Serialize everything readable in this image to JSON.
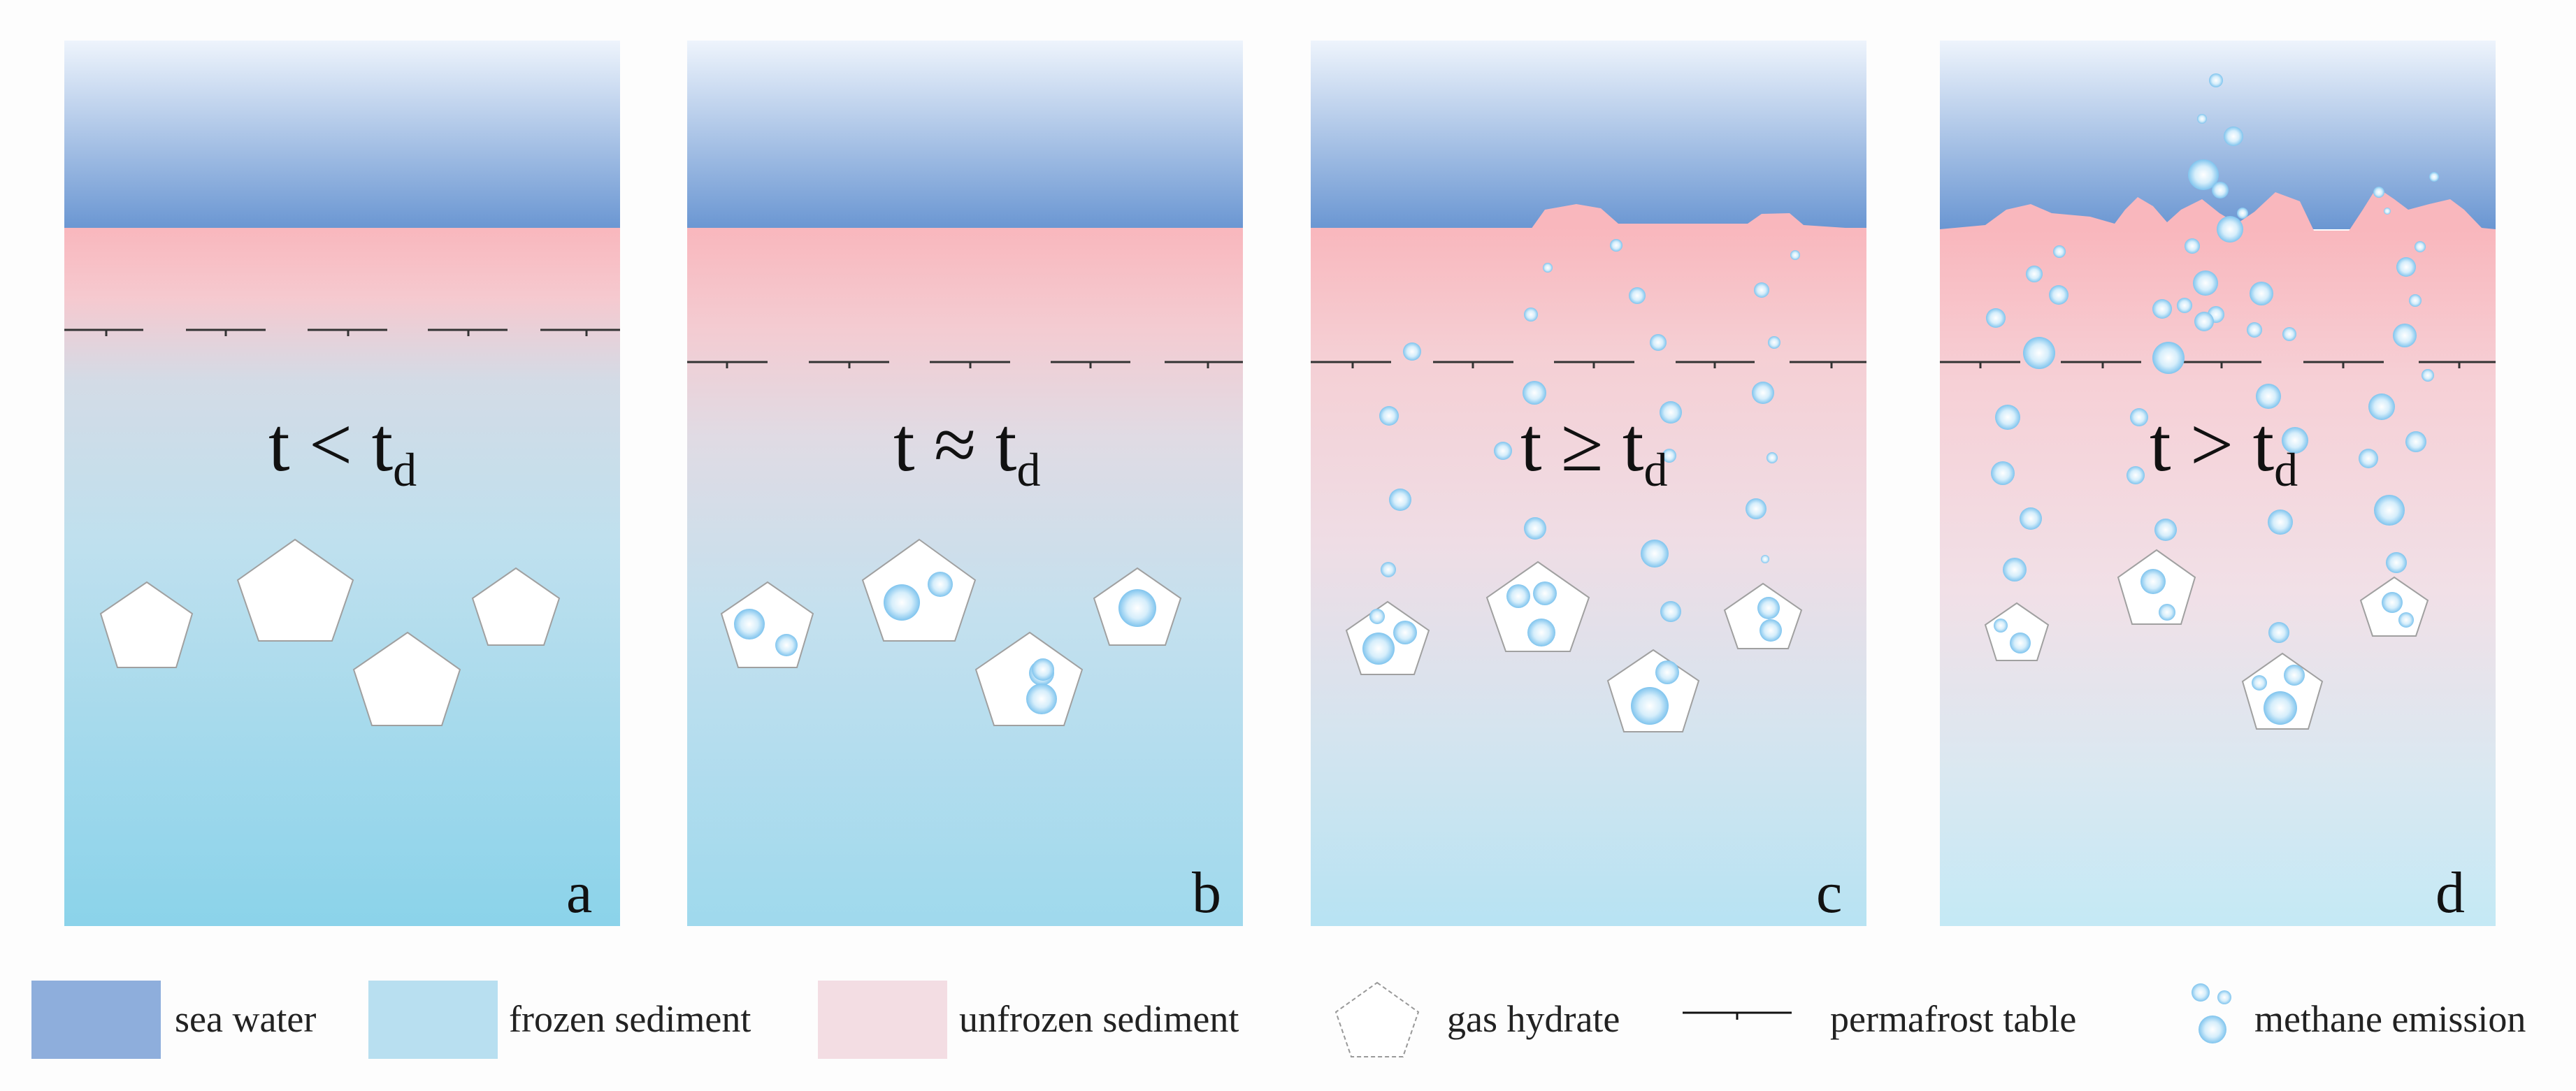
{
  "panels": [
    {
      "letter": "a",
      "condition_base": "t < t",
      "condition_sub": "d"
    },
    {
      "letter": "b",
      "condition_base": "t ≈ t",
      "condition_sub": "d"
    },
    {
      "letter": "c",
      "condition_base": "t ≥ t",
      "condition_sub": "d"
    },
    {
      "letter": "d",
      "condition_base": "t > t",
      "condition_sub": "d"
    }
  ],
  "legend": [
    {
      "label": "sea water",
      "color": "#8eaedc"
    },
    {
      "label": "frozen sediment",
      "color": "#b8dff0"
    },
    {
      "label": "unfrozen sediment",
      "color": "#f3dde3"
    },
    {
      "label": "gas hydrate"
    },
    {
      "label": "permafrost table"
    },
    {
      "label": "methane emission"
    }
  ],
  "colors": {
    "sea_top": "#eaf2fc",
    "sea_bottom": "#6c98d3",
    "unfrozen_top": "#f9b9bf",
    "unfrozen_mid": "#f2dde4",
    "frozen_top": "#c7e1ee",
    "frozen_bottom": "#8fd4ea",
    "bubble": "#8fcdf0"
  }
}
